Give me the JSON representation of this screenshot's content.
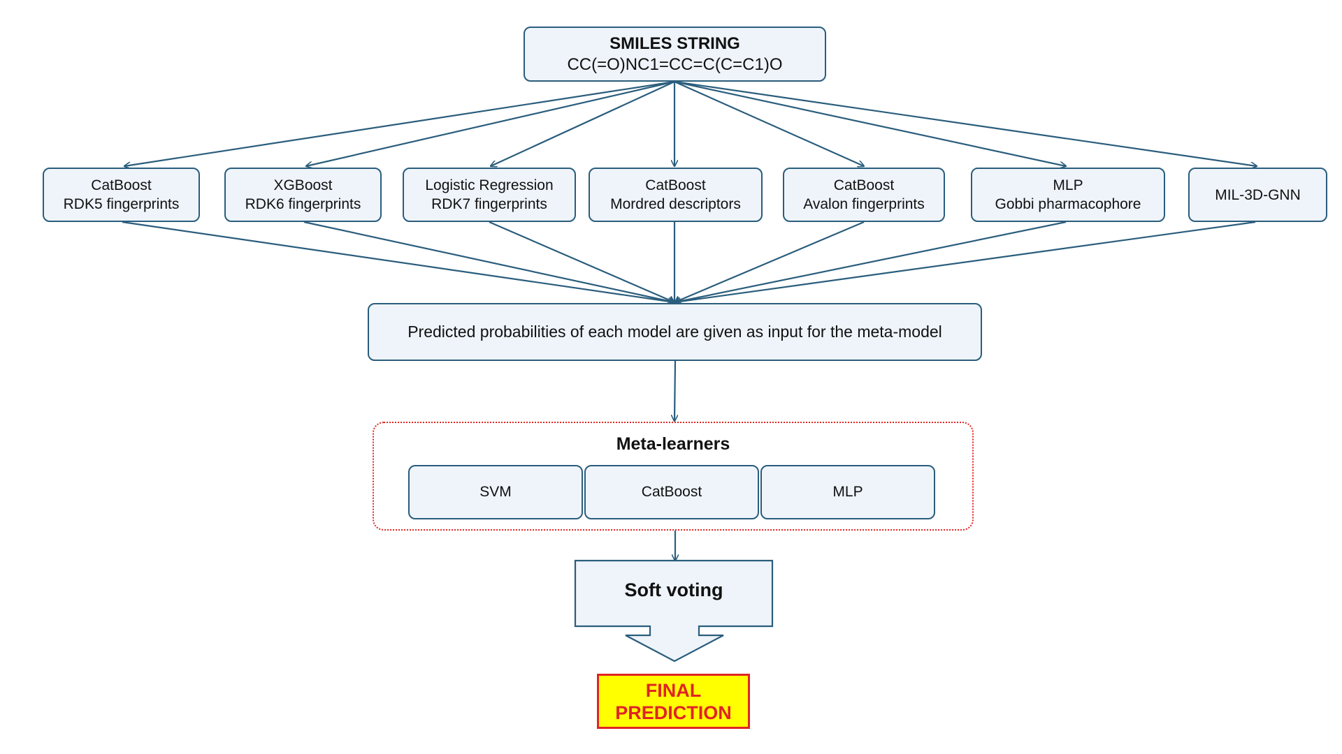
{
  "colors": {
    "box_fill": "#eef4fa",
    "box_stroke": "#2a5d7c",
    "arrow": "#2a5d7c",
    "meta_border": "#e02424",
    "final_fill": "#ffff00",
    "final_text": "#e02424"
  },
  "input": {
    "title": "SMILES STRING",
    "smiles": "CC(=O)NC1=CC=C(C=C1)O"
  },
  "models": [
    {
      "line1": "CatBoost",
      "line2": "RDK5 fingerprints"
    },
    {
      "line1": "XGBoost",
      "line2": "RDK6 fingerprints"
    },
    {
      "line1": "Logistic Regression",
      "line2": "RDK7 fingerprints"
    },
    {
      "line1": "CatBoost",
      "line2": "Mordred descriptors"
    },
    {
      "line1": "CatBoost",
      "line2": "Avalon fingerprints"
    },
    {
      "line1": "MLP",
      "line2": "Gobbi pharmacophore"
    },
    {
      "line1": "MIL-3D-GNN",
      "line2": ""
    }
  ],
  "aggregation": {
    "text": "Predicted probabilities of each model are given as input for the meta-model"
  },
  "meta": {
    "title": "Meta-learners",
    "learners": [
      "SVM",
      "CatBoost",
      "MLP"
    ]
  },
  "voting": {
    "label": "Soft voting"
  },
  "final": {
    "line1": "FINAL",
    "line2": "PREDICTION"
  }
}
